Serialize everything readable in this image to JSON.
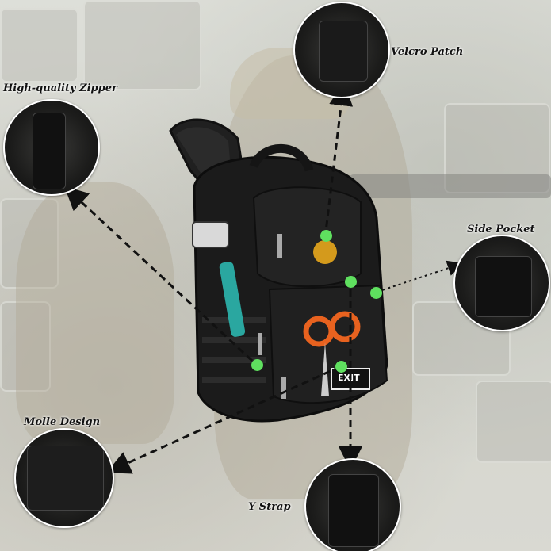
{
  "labels": {
    "velcro": "Velcro Patch",
    "zipper": "High-quality Zipper",
    "side": "Side Pocket",
    "molle": "Molle Design",
    "ystrap": "Y Strap"
  },
  "patch_text": "EXIT",
  "colors": {
    "accent_dot": "#5fe05f",
    "bag": "#1b1b1b",
    "scissors": "#e8621f",
    "knife_handle": "#2aa7a0",
    "patch": "#d49a1c"
  }
}
